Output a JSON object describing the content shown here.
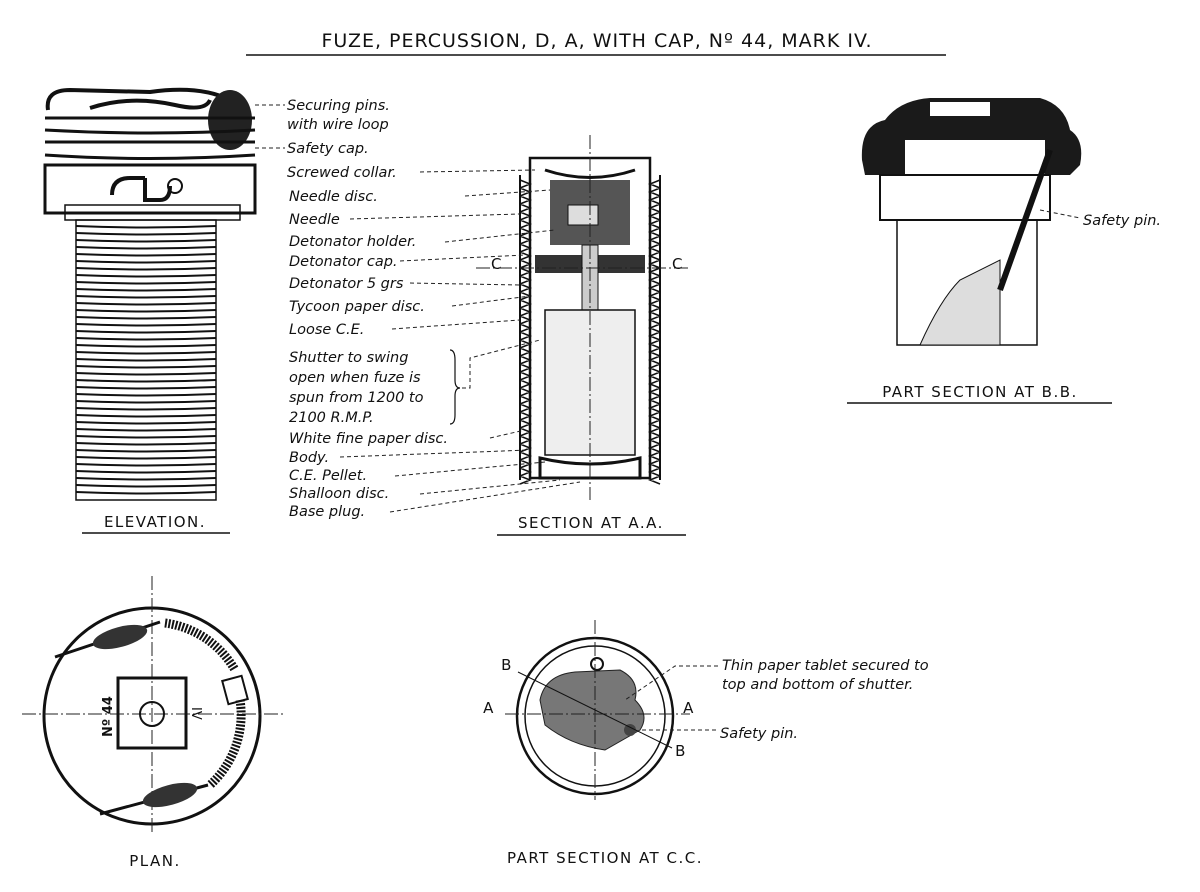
{
  "title": "FUZE, PERCUSSION, D, A, WITH CAP, Nº 44, MARK IV.",
  "views": {
    "elevation": "ELEVATION.",
    "section_aa": "SECTION AT A.A.",
    "part_section_bb": "PART SECTION AT B.B.",
    "plan": "PLAN.",
    "part_section_cc": "PART SECTION AT C.C."
  },
  "section_markers": {
    "c_left": "C",
    "c_right": "C",
    "a_left": "A",
    "a_right": "A",
    "b_top": "B",
    "b_bottom": "B"
  },
  "plan_markings": {
    "number": "Nº 44",
    "mark": "IV"
  },
  "labels": [
    "Securing pins.",
    "with wire loop",
    "Safety cap.",
    "Screwed collar.",
    "Needle disc.",
    "Needle",
    "Detonator holder.",
    "Detonator cap.",
    "Detonator 5 grs",
    "Tycoon paper disc.",
    "Loose C.E.",
    "Shutter to swing",
    "open when fuze is",
    "spun from 1200 to",
    "2100 R.M.P.",
    "White fine paper disc.",
    "Body.",
    "C.E. Pellet.",
    "Shalloon disc.",
    "Base plug."
  ],
  "bb_labels": {
    "safety_pin": "Safety pin."
  },
  "cc_labels": {
    "tablet_1": "Thin paper tablet secured to",
    "tablet_2": "top and bottom of shutter.",
    "safety_pin": "Safety pin."
  }
}
